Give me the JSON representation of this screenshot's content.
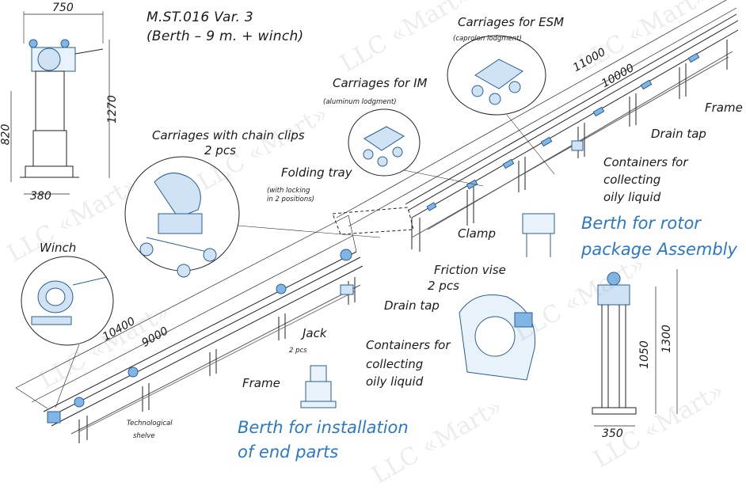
{
  "title": {
    "line1": "M.ST.016 Var. 3",
    "line2": "(Berth – 9 m. + winch)"
  },
  "watermark": "LLC «Mart»",
  "colors": {
    "accent": "#2a78c8",
    "line": "#222222",
    "part": "#7fb6e6"
  },
  "dimensions": {
    "top_width": "750",
    "left_height_1": "820",
    "left_height_2": "1270",
    "base_width": "380",
    "length_11000": "11000",
    "length_10000": "10000",
    "length_10400": "10400",
    "length_9000": "9000",
    "right_height_1": "1050",
    "right_height_2": "1300",
    "right_width": "350"
  },
  "labels": {
    "carriages_esm": "Carriages for ESM",
    "carriages_esm_sub": "(caprolon lodgment)",
    "carriages_im": "Carriages for IM",
    "carriages_im_sub": "(aluminum lodgment)",
    "carriages_chain_1": "Carriages with chain clips",
    "carriages_chain_2": "2 pcs",
    "folding_tray": "Folding tray",
    "folding_tray_sub1": "(with locking",
    "folding_tray_sub2": "in 2 positions)",
    "frame_top": "Frame",
    "drain_tap_top": "Drain tap",
    "containers_top_1": "Containers for",
    "containers_top_2": "collecting",
    "containers_top_3": "oily liquid",
    "berth_rotor_1": "Berth for rotor",
    "berth_rotor_2": "package Assembly",
    "clamp": "Clamp",
    "friction_vise_1": "Friction vise",
    "friction_vise_2": "2 pcs",
    "drain_tap_bottom": "Drain tap",
    "winch": "Winch",
    "jack": "Jack",
    "jack_sub": "2 pcs",
    "containers_bottom_1": "Containers for",
    "containers_bottom_2": "collecting",
    "containers_bottom_3": "oily liquid",
    "frame_bottom": "Frame",
    "tech_shelve_1": "Technological",
    "tech_shelve_2": "shelve",
    "berth_end_1": "Berth for installation",
    "berth_end_2": "of end parts"
  }
}
